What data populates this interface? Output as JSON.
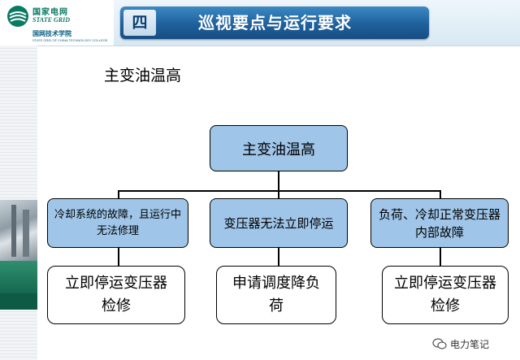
{
  "header": {
    "logo_cn": "国家电网",
    "logo_en": "STATE GRID",
    "college_cn": "国网技术学院",
    "college_en": "STATE GRID OF CHINA TECHNOLOGY COLLEGE",
    "section_number": "四",
    "title": "巡视要点与运行要求"
  },
  "subtitle": "主变油温高",
  "diagram": {
    "root": "主变油温高",
    "causes": [
      "冷却系统的故障，且运行中无法修理",
      "变压器无法立即停运",
      "负荷、冷却正常变压器内部故障"
    ],
    "actions": [
      "立即停运变压器检修",
      "申请调度降负荷",
      "立即停运变压器检修"
    ]
  },
  "watermark": "电力笔记",
  "colors": {
    "header_bar": "#1f5f9b",
    "box_fill": "#9fc5e8",
    "brand_green": "#0a7a63"
  }
}
